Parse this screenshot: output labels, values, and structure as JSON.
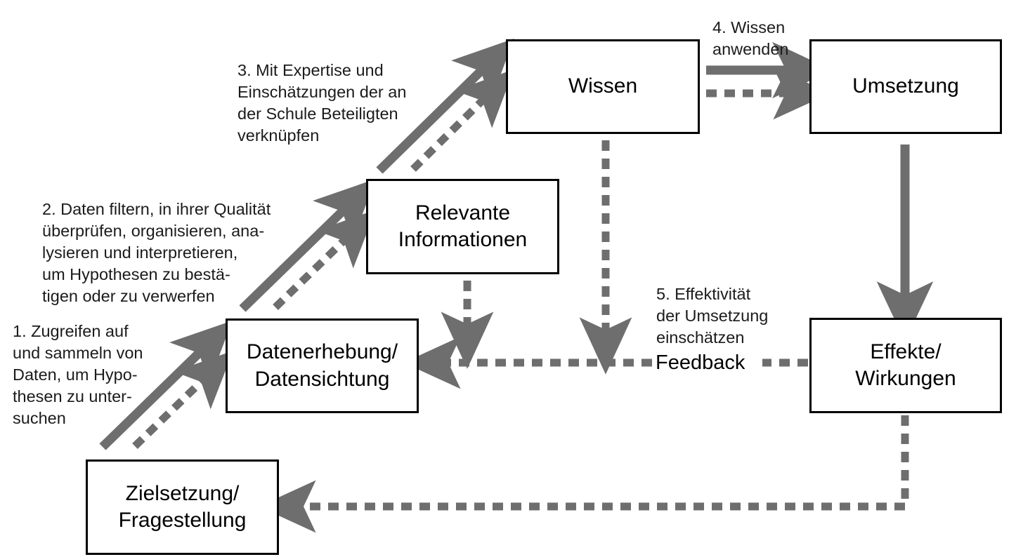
{
  "diagram": {
    "title": "Datenbasierter Schulentwicklungszyklus",
    "accent_color": "#6e6e6e",
    "box_border_color": "#000000",
    "text_color": "#000000",
    "background": "#ffffff",
    "nodes": [
      {
        "id": "wissen",
        "label": "Wissen"
      },
      {
        "id": "umsetzung",
        "label": "Umsetzung"
      },
      {
        "id": "relevante-informationen",
        "label": "Relevante\nInformationen"
      },
      {
        "id": "datenerhebung",
        "label": "Datenerhebung/\nDatensichtung"
      },
      {
        "id": "effekte",
        "label": "Effekte/\nWirkungen"
      },
      {
        "id": "zielsetzung",
        "label": "Zielsetzung/\nFragestellung"
      }
    ],
    "steps": [
      {
        "id": "step-1",
        "text": "1.  Zugreifen auf\nund sammeln von\nDaten, um Hypo-\nthesen zu unter-\nsuchen"
      },
      {
        "id": "step-2",
        "text": "2. Daten filtern, in ihrer Qualität\nüberprüfen, organisieren, ana-\nlysieren und interpretieren,\num Hypothesen zu bestä-\ntigen oder zu verwerfen"
      },
      {
        "id": "step-3",
        "text": "3. Mit Expertise und\nEinschätzungen der an\nder Schule Beteiligten\nverknüpfen"
      },
      {
        "id": "step-4",
        "text": "4. Wissen\nanwenden"
      },
      {
        "id": "step-5",
        "text": "5. Effektivität\nder Umsetzung\neinschätzen"
      }
    ],
    "feedback_label": "Feedback"
  }
}
